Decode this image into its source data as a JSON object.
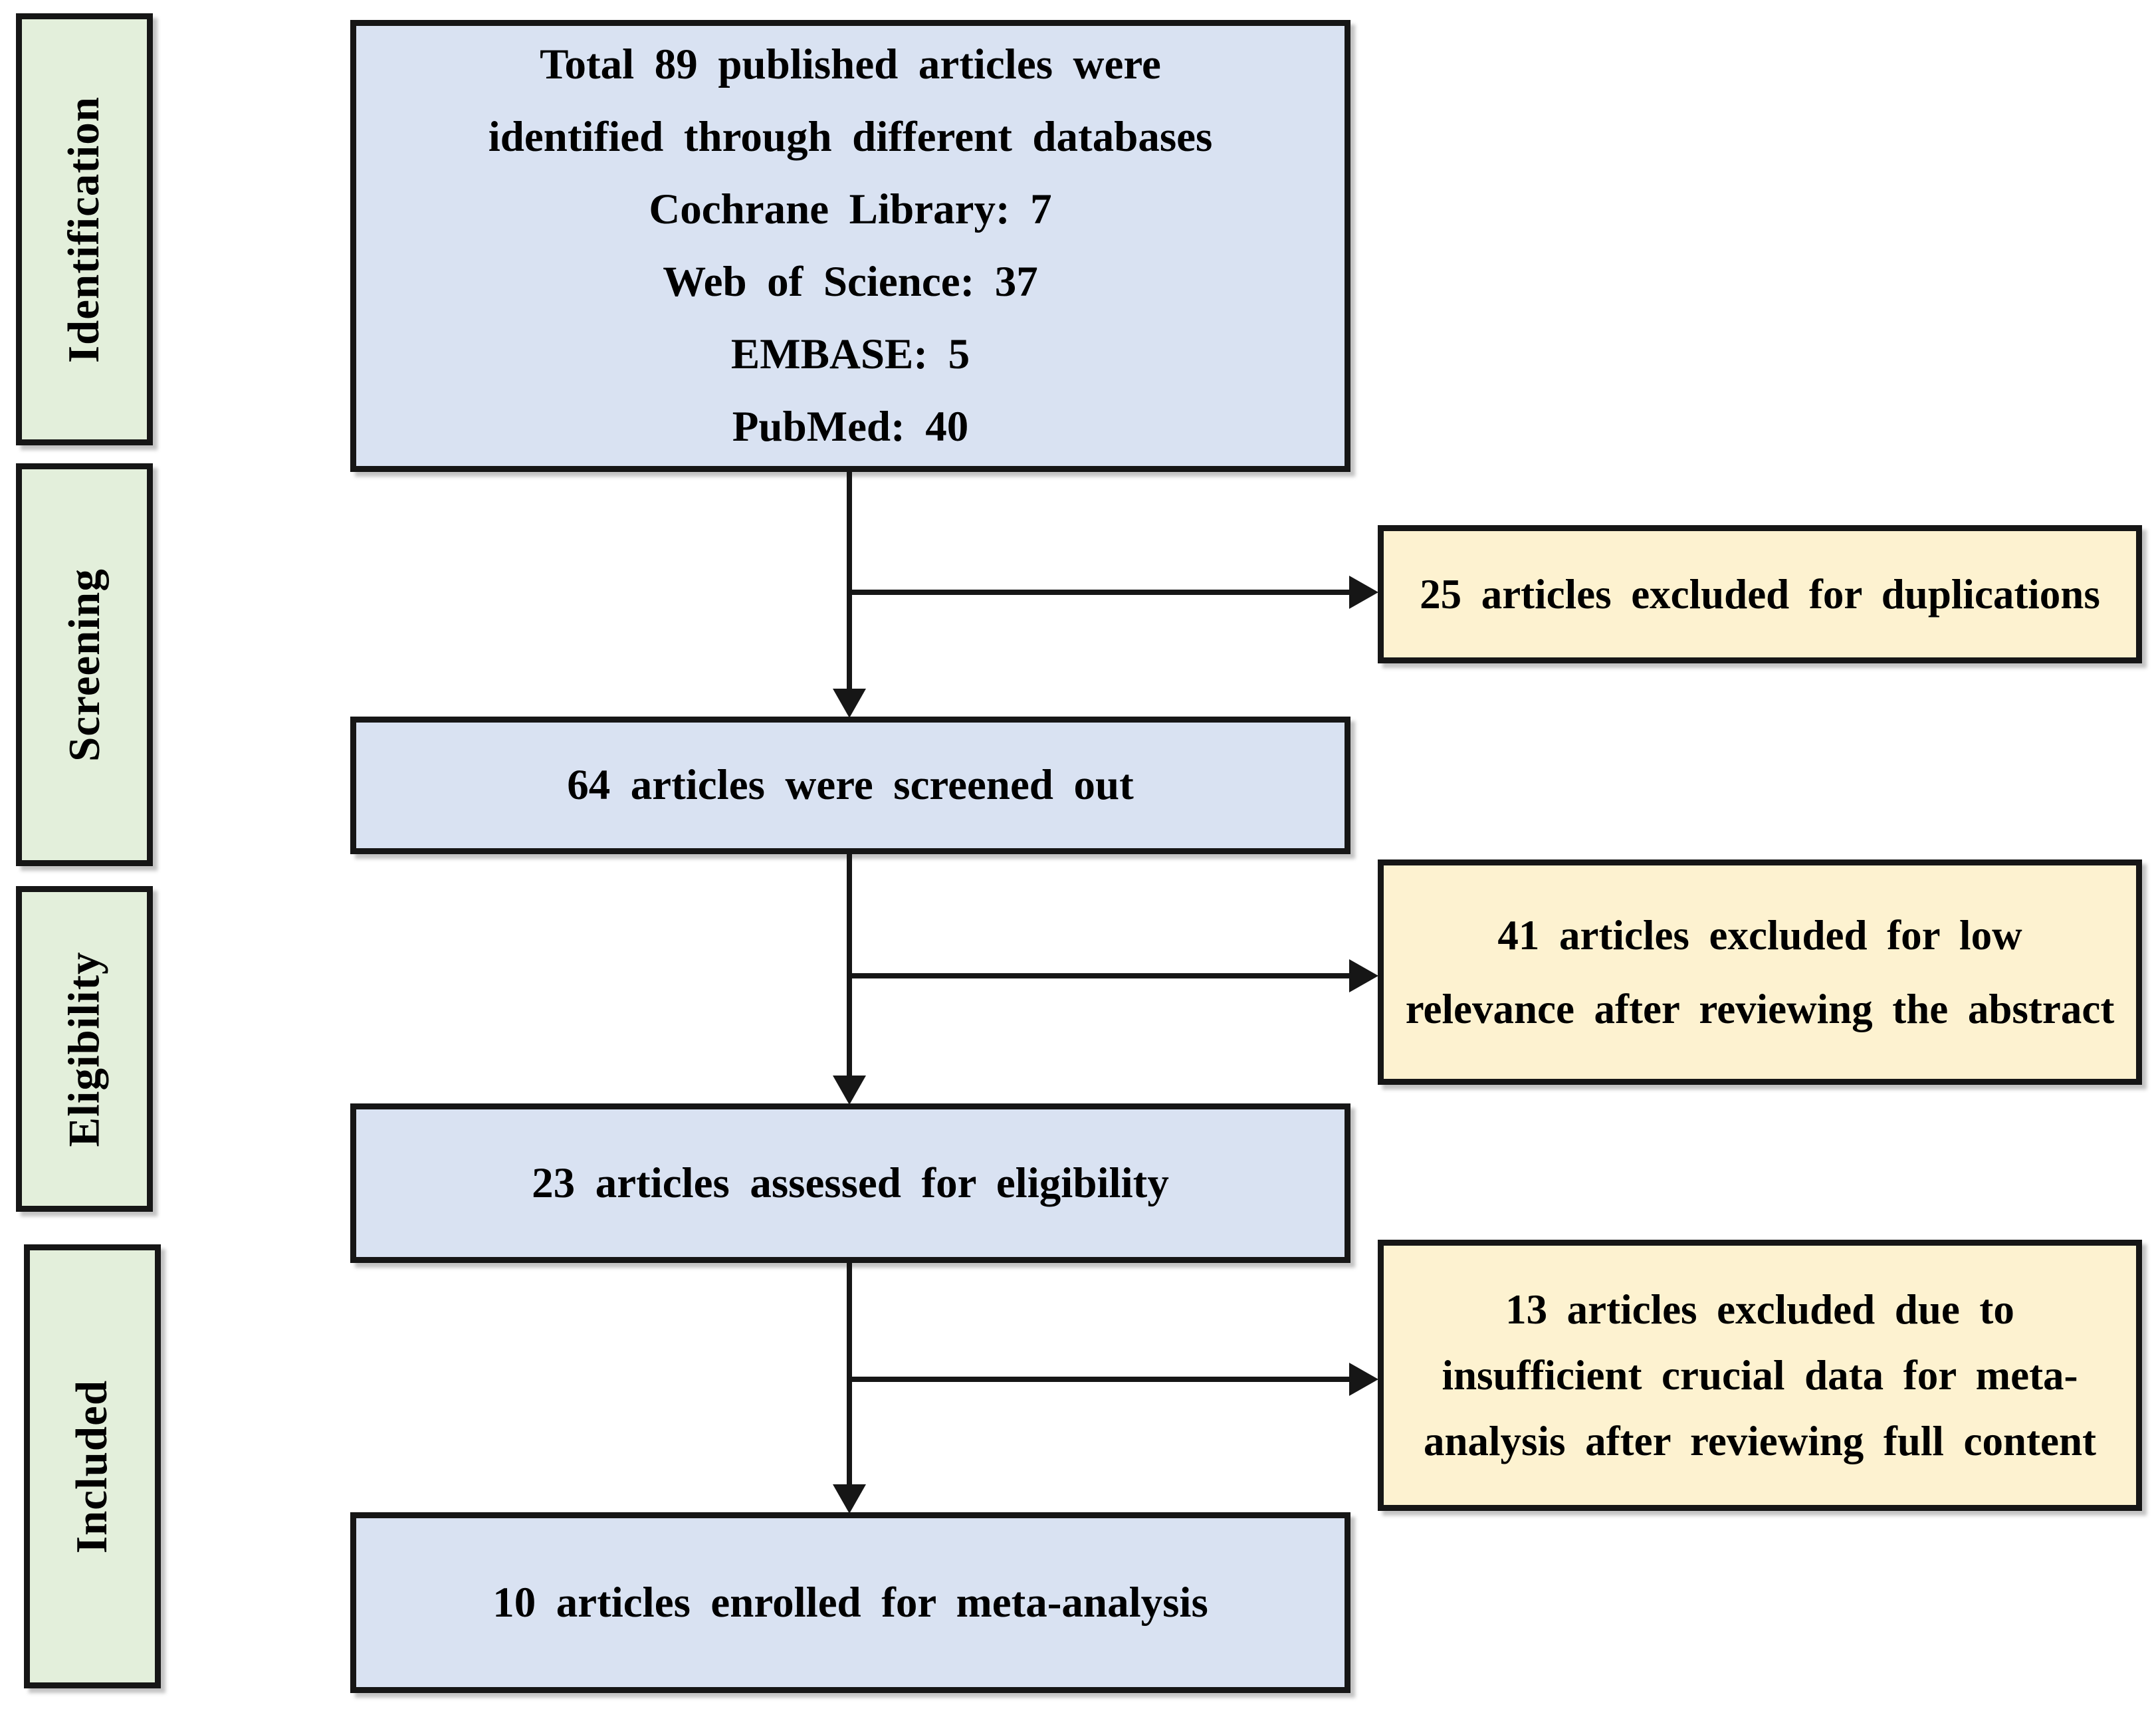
{
  "colors": {
    "background": "#ffffff",
    "stage_fill": "#e3efdb",
    "flow_fill": "#d9e2f2",
    "exclusion_fill": "#fdf2d0",
    "border": "#161616",
    "text": "#000000"
  },
  "stages": [
    {
      "label": "Identification"
    },
    {
      "label": "Screening"
    },
    {
      "label": "Eligibility"
    },
    {
      "label": "Included"
    }
  ],
  "flow": {
    "identification_box": {
      "lines": [
        "Total 89 published articles were",
        "identified through different databases",
        "Cochrane Library: 7",
        "Web of Science: 37",
        "EMBASE: 5",
        "PubMed: 40"
      ]
    },
    "screening_box": {
      "text": "64 articles were screened out"
    },
    "eligibility_box": {
      "text": "23 articles assessed for eligibility"
    },
    "included_box": {
      "text": "10 articles enrolled for meta-analysis"
    }
  },
  "exclusions": [
    {
      "text": "25 articles excluded for duplications"
    },
    {
      "text": "41 articles excluded for low relevance after reviewing the abstract"
    },
    {
      "text": "13 articles excluded due to insufficient crucial data for meta-analysis after reviewing full content"
    }
  ]
}
